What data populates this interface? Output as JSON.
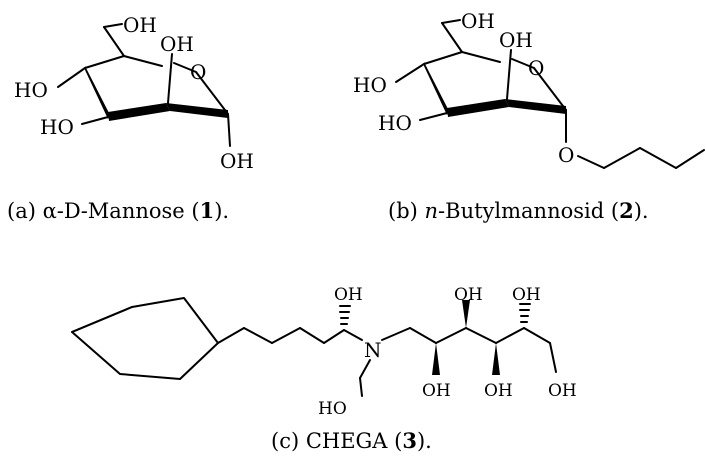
{
  "figure": {
    "mannose": {
      "labels": {
        "oh_top_a": "OH",
        "oh_top_b": "OH",
        "ring_o": "O",
        "ho_left": "HO",
        "ho_lower": "HO",
        "oh_anomeric": "OH"
      },
      "caption": {
        "prefix": "(a) α-",
        "d_letter": "D",
        "name": "-Mannose (",
        "number": "1",
        "suffix": ")."
      }
    },
    "butylmannoside": {
      "labels": {
        "oh_top_a": "OH",
        "oh_top_b": "OH",
        "ring_o": "O",
        "ho_left": "HO",
        "ho_lower": "HO",
        "o_glycosidic": "O"
      },
      "caption": {
        "prefix": "(b) ",
        "n_italic": "n",
        "name": "-Butylmannosid (",
        "number": "2",
        "suffix": ")."
      }
    },
    "chega": {
      "labels": {
        "oh_1": "OH",
        "n_atom": "N",
        "oh_2": "OH",
        "oh_3": "OH",
        "oh_4": "OH",
        "oh_5": "OH",
        "oh_6": "OH",
        "ho_ch2": "HO"
      },
      "caption": {
        "prefix": "(c) CHEGA (",
        "number": "3",
        "suffix": ")."
      }
    }
  }
}
